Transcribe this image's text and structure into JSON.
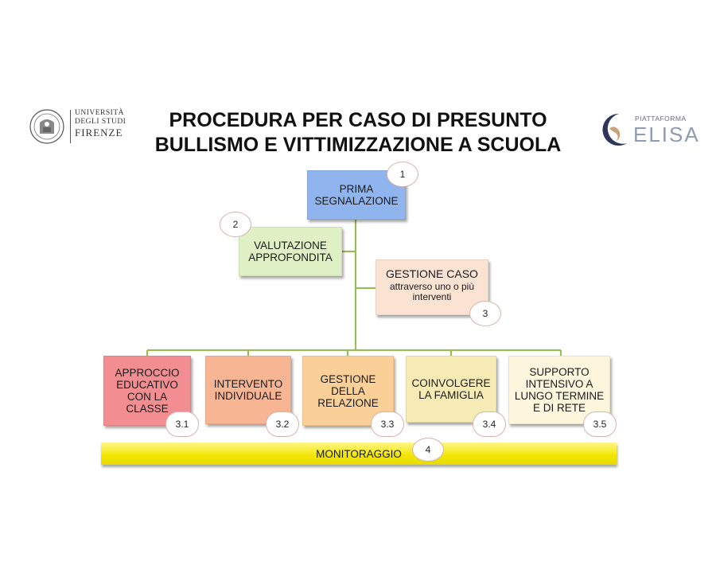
{
  "title": {
    "line1": "PROCEDURA PER CASO DI PRESUNTO",
    "line2": "BULLISMO E VITTIMIZZAZIONE A SCUOLA"
  },
  "logos": {
    "left": {
      "line1": "UNIVERSITÀ",
      "line2": "DEGLI STUDI",
      "line3": "FIRENZE",
      "icon": "university-seal-icon"
    },
    "right": {
      "line1": "PIATTAFORMA",
      "line2": "ELISA",
      "icon": "elisa-moon-icon"
    }
  },
  "nodes": {
    "prima": {
      "label": "PRIMA\nSEGNALAZIONE",
      "num": "1",
      "color": "#8fb4ee"
    },
    "valutazione": {
      "label": "VALUTAZIONE\nAPPROFONDITA",
      "num": "2",
      "color": "#dff0c4"
    },
    "gestione_caso": {
      "label": "GESTIONE CASO",
      "sub": "attraverso uno o più\ninterventi",
      "num": "3",
      "color": "#fbe3d4"
    },
    "interventi": [
      {
        "label": "APPROCCIO\nEDUCATIVO\nCON LA\nCLASSE",
        "num": "3.1",
        "color": "#f28e92"
      },
      {
        "label": "INTERVENTO\nINDIVIDUALE",
        "num": "3.2",
        "color": "#f8b594"
      },
      {
        "label": "GESTIONE\nDELLA\nRELAZIONE",
        "num": "3.3",
        "color": "#fbcf98"
      },
      {
        "label": "COINVOLGERE\nLA FAMIGLIA",
        "num": "3.4",
        "color": "#f6ebb4"
      },
      {
        "label": "SUPPORTO\nINTENSIVO A\nLUNGO TERMINE\nE DI RETE",
        "num": "3.5",
        "color": "#fdf6dd"
      }
    ],
    "monitoraggio": {
      "label": "MONITORAGGIO",
      "num": "4",
      "color": "#f5ea10"
    }
  },
  "connector_color": "#9bbb59"
}
